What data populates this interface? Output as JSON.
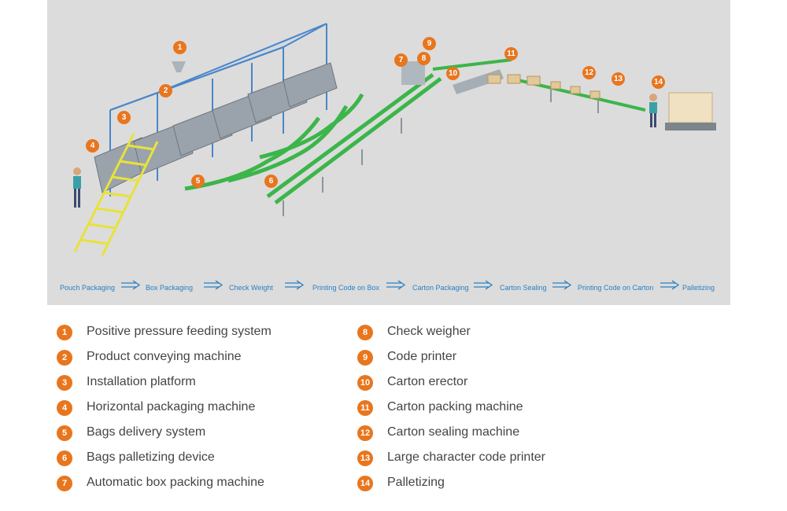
{
  "flow_steps": [
    "Pouch Packaging",
    "Box Packaging",
    "Check Weight",
    "Printing Code on Box",
    "Carton Packaging",
    "Carton Sealing",
    "Printing Code on Carton",
    "Palletizing"
  ],
  "badges": [
    "1",
    "2",
    "3",
    "4",
    "5",
    "6",
    "7",
    "8",
    "9",
    "10",
    "11",
    "12",
    "13",
    "14"
  ],
  "legend": [
    {
      "num": "1",
      "label": "Positive pressure feeding system"
    },
    {
      "num": "2",
      "label": "Product conveying machine"
    },
    {
      "num": "3",
      "label": "Installation platform"
    },
    {
      "num": "4",
      "label": "Horizontal packaging machine"
    },
    {
      "num": "5",
      "label": "Bags delivery system"
    },
    {
      "num": "6",
      "label": "Bags palletizing device"
    },
    {
      "num": "7",
      "label": "Automatic box packing machine"
    },
    {
      "num": "8",
      "label": "Check weigher"
    },
    {
      "num": "9",
      "label": "Code printer"
    },
    {
      "num": "10",
      "label": "Carton erector"
    },
    {
      "num": "11",
      "label": "Carton packing machine"
    },
    {
      "num": "12",
      "label": "Carton sealing machine"
    },
    {
      "num": "13",
      "label": "Large character code printer"
    },
    {
      "num": "14",
      "label": "Palletizing"
    }
  ],
  "colors": {
    "accent": "#e8761e",
    "flow_text": "#2a7fc2",
    "frame": "#4a86c8",
    "conveyor": "#3cb54a",
    "stairs": "#e8e23c",
    "scene_bg": "#dcdcdc"
  }
}
